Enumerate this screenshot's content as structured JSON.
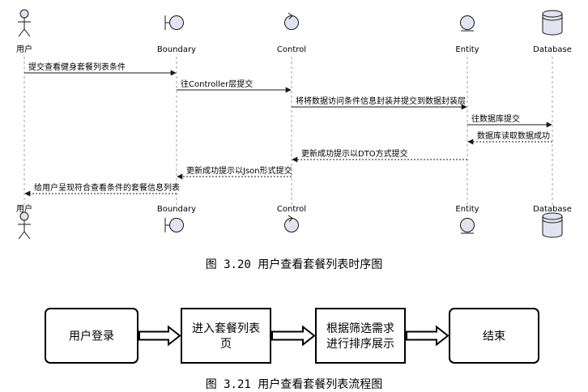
{
  "sequence": {
    "participants": [
      {
        "id": "user",
        "label": "用户",
        "kind": "actor"
      },
      {
        "id": "boundary",
        "label": "Boundary",
        "kind": "boundary"
      },
      {
        "id": "control",
        "label": "Control",
        "kind": "control"
      },
      {
        "id": "entity",
        "label": "Entity",
        "kind": "entity"
      },
      {
        "id": "database",
        "label": "Database",
        "kind": "database"
      }
    ],
    "messages": [
      {
        "from": "user",
        "to": "boundary",
        "text": "提交查看健身套餐列表条件",
        "style": "solid"
      },
      {
        "from": "boundary",
        "to": "control",
        "text": "往Controller层提交",
        "style": "solid"
      },
      {
        "from": "control",
        "to": "entity",
        "text": "将将数据访问条件信息封装并提交到数据封装层",
        "style": "solid"
      },
      {
        "from": "entity",
        "to": "database",
        "text": "往数据库提交",
        "style": "solid"
      },
      {
        "from": "database",
        "to": "entity",
        "text": "数据库读取数据成功",
        "style": "dashed"
      },
      {
        "from": "entity",
        "to": "control",
        "text": "更新成功提示以DTO方式提交",
        "style": "dashed"
      },
      {
        "from": "control",
        "to": "boundary",
        "text": "更新成功提示以Json形式提交",
        "style": "dashed"
      },
      {
        "from": "boundary",
        "to": "user",
        "text": "给用户呈现符合查看条件的套餐信息列表",
        "style": "dashed"
      }
    ],
    "caption": "图 3.20 用户查看套餐列表时序图"
  },
  "flow": {
    "steps": [
      {
        "lines": [
          "用户登录"
        ],
        "shape": "rounded"
      },
      {
        "lines": [
          "进入套餐列表",
          "页"
        ],
        "shape": "square"
      },
      {
        "lines": [
          "根据筛选需求",
          "进行排序展示"
        ],
        "shape": "square"
      },
      {
        "lines": [
          "结束"
        ],
        "shape": "rounded"
      }
    ],
    "caption": "图 3.21 用户查看套餐列表流程图"
  },
  "colors": {
    "node_fill": "#e2e2f0",
    "node_stroke": "#181818",
    "line": "#181818",
    "lifeline": "#a0a0a0"
  }
}
